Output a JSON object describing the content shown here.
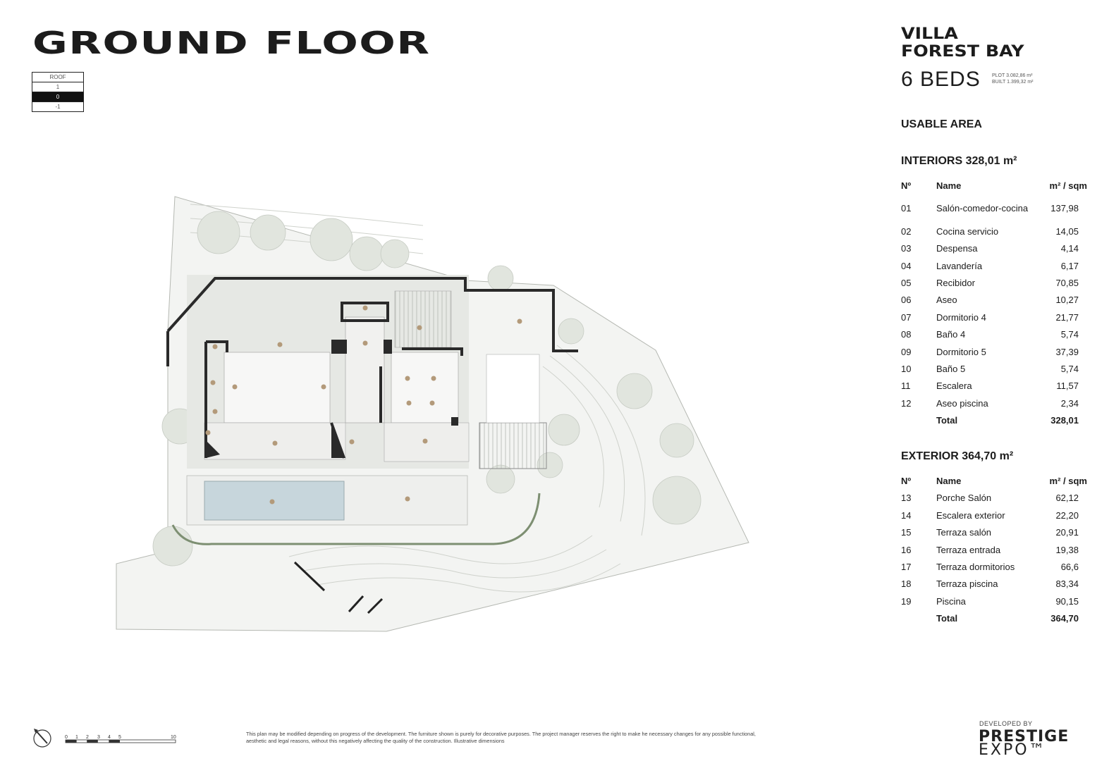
{
  "title": "GROUND FLOOR",
  "levels": [
    "ROOF",
    "1",
    "0",
    "-1"
  ],
  "active_level": "0",
  "brand": {
    "line1": "VILLA",
    "line2": "FOREST BAY",
    "beds": "6 BEDS",
    "plot": "PLOT 3.082,86 m²",
    "built": "BUILT 1.399,32 m²"
  },
  "usable_area": "USABLE AREA",
  "interiors": {
    "heading": "INTERIORS 328,01 m²",
    "headers": [
      "Nº",
      "Name",
      "m² / sqm"
    ],
    "rows": [
      [
        "01",
        "Salón-comedor-cocina",
        "137,98"
      ],
      [
        "02",
        "Cocina servicio",
        "14,05"
      ],
      [
        "03",
        "Despensa",
        "4,14"
      ],
      [
        "04",
        "Lavandería",
        "6,17"
      ],
      [
        "05",
        "Recibidor",
        "70,85"
      ],
      [
        "06",
        "Aseo",
        "10,27"
      ],
      [
        "07",
        "Dormitorio 4",
        "21,77"
      ],
      [
        "08",
        "Baño 4",
        "5,74"
      ],
      [
        "09",
        "Dormitorio 5",
        "37,39"
      ],
      [
        "10",
        "Baño 5",
        "5,74"
      ],
      [
        "11",
        "Escalera",
        "11,57"
      ],
      [
        "12",
        "Aseo piscina",
        "2,34"
      ]
    ],
    "total_label": "Total",
    "total_value": "328,01"
  },
  "exterior": {
    "heading": "EXTERIOR 364,70 m²",
    "headers": [
      "Nº",
      "Name",
      "m² / sqm"
    ],
    "rows": [
      [
        "13",
        "Porche Salón",
        "62,12"
      ],
      [
        "14",
        "Escalera exterior",
        "22,20"
      ],
      [
        "15",
        "Terraza salón",
        "20,91"
      ],
      [
        "16",
        "Terraza entrada",
        "19,38"
      ],
      [
        "17",
        "Terraza dormitorios",
        "66,6"
      ],
      [
        "18",
        "Terraza piscina",
        "83,34"
      ],
      [
        "19",
        "Piscina",
        "90,15"
      ]
    ],
    "total_label": "Total",
    "total_value": "364,70"
  },
  "scale_labels": [
    "0",
    "1",
    "2",
    "3",
    "4",
    "5",
    "10"
  ],
  "disclaimer": "This plan may be modified depending on progress of the development. The furniture shown is purely for decorative purposes. The project manager reserves the right to make he necessary changes for any possible functional, aesthetic and legal reasons, without this negatively affecting the quality of the construction. Illustrative dimensions",
  "developer": {
    "label": "DEVELOPED BY",
    "name_line1": "PRESTIGE",
    "name_line2": "EXPO™"
  },
  "colors": {
    "wall": "#2a2a2a",
    "site": "#f3f4f2",
    "garden": "#e6e8e4",
    "terrace": "#eeefed",
    "pool": "#c7d6dc",
    "tree": "#dfe3dd",
    "marker": "#b39a7a"
  }
}
